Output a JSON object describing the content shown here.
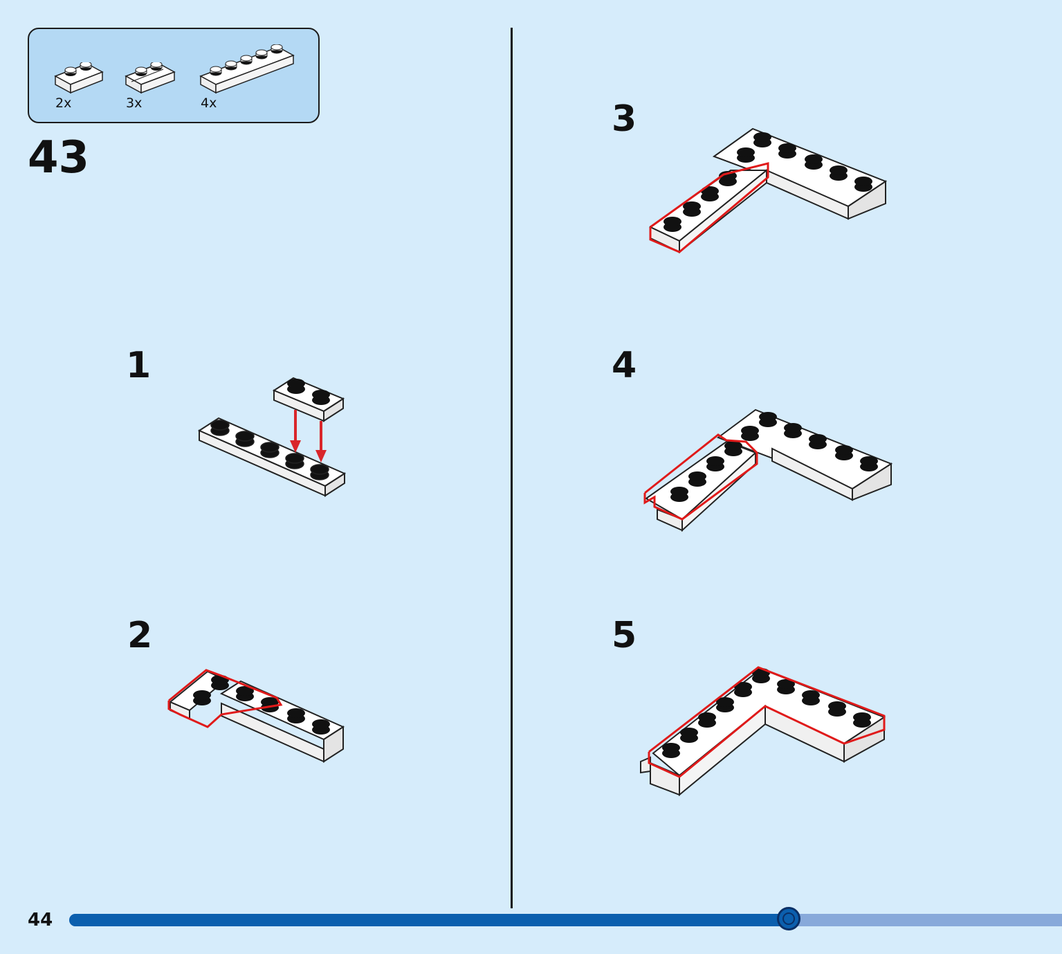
{
  "parts_list": [
    {
      "name": "plate-1x2",
      "count": "2x"
    },
    {
      "name": "plate-1x2-rail",
      "count": "3x"
    },
    {
      "name": "plate-1x6",
      "count": "4x"
    }
  ],
  "main_step": "43",
  "sub_steps": [
    "1",
    "2",
    "3",
    "4",
    "5"
  ],
  "page_number": "44",
  "progress": {
    "fraction": 0.725
  },
  "colors": {
    "background": "#d6ecfb",
    "parts_box": "#b4d9f4",
    "highlight": "#e01a1a",
    "arrow": "#d9262b",
    "progress_fill": "#0b5fae",
    "progress_track": "#88a9da"
  }
}
